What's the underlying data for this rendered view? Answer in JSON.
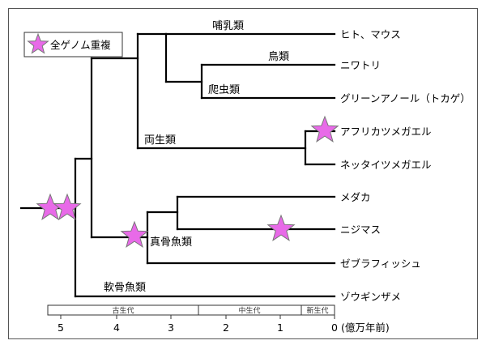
{
  "legend": {
    "label": "全ゲノム重複"
  },
  "taxa": [
    "ヒト、マウス",
    "ニワトリ",
    "グリーンアノール（トカゲ）",
    "アフリカツメガエル",
    "ネッタイツメガエル",
    "メダカ",
    "ニジマス",
    "ゼブラフィッシュ",
    "ゾウギンザメ"
  ],
  "clades": {
    "mammals": "哺乳類",
    "birds": "鳥類",
    "reptiles": "爬虫類",
    "amphibians": "両生類",
    "teleosts": "真骨魚類",
    "chondrichthyans": "軟骨魚類"
  },
  "eras": [
    "古生代",
    "中生代",
    "新生代"
  ],
  "axis": {
    "unit": "(億万年前)",
    "ticks": [
      "5",
      "4",
      "3",
      "2",
      "1",
      "0"
    ]
  },
  "colors": {
    "star": "#e86ae8",
    "star_outline": "#777777",
    "line": "#000000"
  }
}
